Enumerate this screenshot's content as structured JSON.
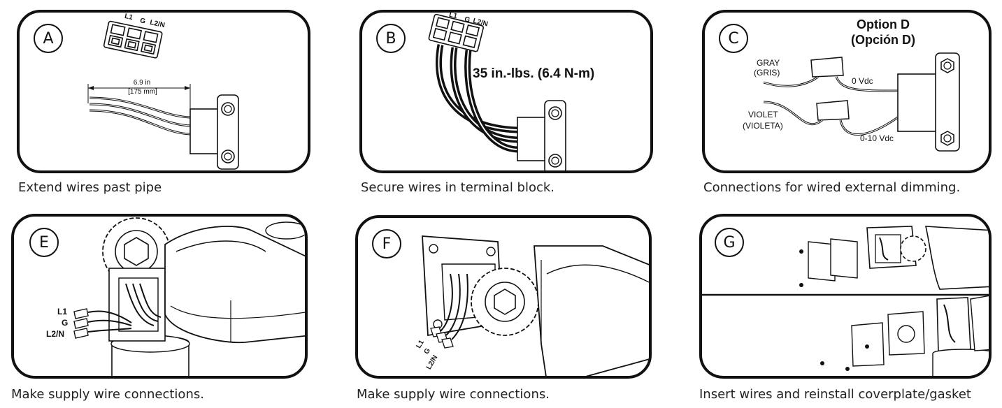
{
  "panels": {
    "a": {
      "badge": "A",
      "caption": "Extend wires past pipe",
      "terminal_labels": [
        "L1",
        "G",
        "L2/N"
      ],
      "dimension_in": "6.9 in",
      "dimension_mm": "[175 mm]"
    },
    "b": {
      "badge": "B",
      "caption": "Secure wires in terminal block.",
      "terminal_labels": [
        "L1",
        "G",
        "L2/N"
      ],
      "torque": "35 in.-lbs. (6.4 N-m)"
    },
    "c": {
      "badge": "C",
      "caption": "Connections for wired external dimming.",
      "option_title": "Option D",
      "option_subtitle": "(Opción D)",
      "gray": "GRAY",
      "gray_es": "(GRIS)",
      "violet": "VIOLET",
      "violet_es": "(VIOLETA)",
      "vdc0": "0 Vdc",
      "vdc10": "0-10 Vdc"
    },
    "e": {
      "badge": "E",
      "caption": "Make supply wire connections.",
      "wire_labels": [
        "L1",
        "G",
        "L2/N"
      ]
    },
    "f": {
      "badge": "F",
      "caption": "Make supply wire connections.",
      "wire_labels": [
        "L1",
        "G",
        "L2/N"
      ]
    },
    "g": {
      "badge": "G",
      "caption": "Insert wires and reinstall coverplate/gasket"
    }
  }
}
